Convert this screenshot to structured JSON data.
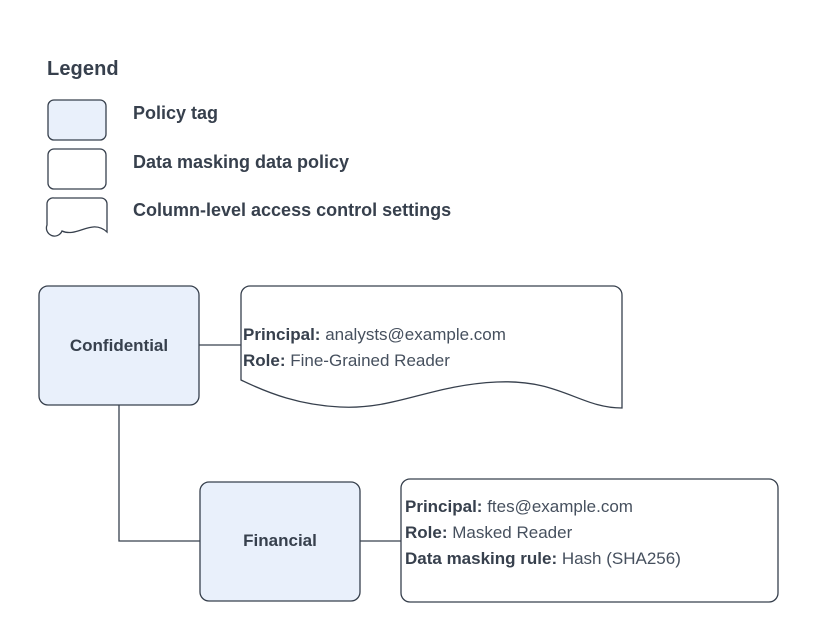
{
  "legend": {
    "title": "Legend",
    "items": [
      {
        "label": "Policy tag",
        "swatch": "rounded-filled-box",
        "fill": "#e9f0fb"
      },
      {
        "label": "Data masking data policy",
        "swatch": "rounded-empty-box",
        "fill": "#ffffff"
      },
      {
        "label": "Column-level access control settings",
        "swatch": "wavy-bottom-box",
        "fill": "#ffffff"
      }
    ]
  },
  "colors": {
    "policy_tag_fill": "#e9f0fb",
    "stroke": "#37404d",
    "text": "#37404d",
    "value_text": "#46505e",
    "background": "#ffffff"
  },
  "nodes": [
    {
      "id": "confidential",
      "label": "Confidential",
      "type": "policy-tag"
    },
    {
      "id": "financial",
      "label": "Financial",
      "type": "policy-tag"
    }
  ],
  "annotations": [
    {
      "id": "confidential-access",
      "shape": "wavy-bottom-box",
      "attached_to": "confidential",
      "rows": [
        {
          "key": "Principal:",
          "value": "analysts@example.com"
        },
        {
          "key": "Role:",
          "value": "Fine-Grained Reader"
        }
      ]
    },
    {
      "id": "financial-access",
      "shape": "rounded-box",
      "attached_to": "financial",
      "rows": [
        {
          "key": "Principal:",
          "value": "ftes@example.com"
        },
        {
          "key": "Role:",
          "value": "Masked Reader"
        },
        {
          "key": "Data masking rule:",
          "value": "Hash (SHA256)"
        }
      ]
    }
  ],
  "edges": [
    {
      "from": "confidential",
      "to": "confidential-access",
      "style": "straight"
    },
    {
      "from": "confidential",
      "to": "financial",
      "style": "elbow"
    },
    {
      "from": "financial",
      "to": "financial-access",
      "style": "straight"
    }
  ]
}
